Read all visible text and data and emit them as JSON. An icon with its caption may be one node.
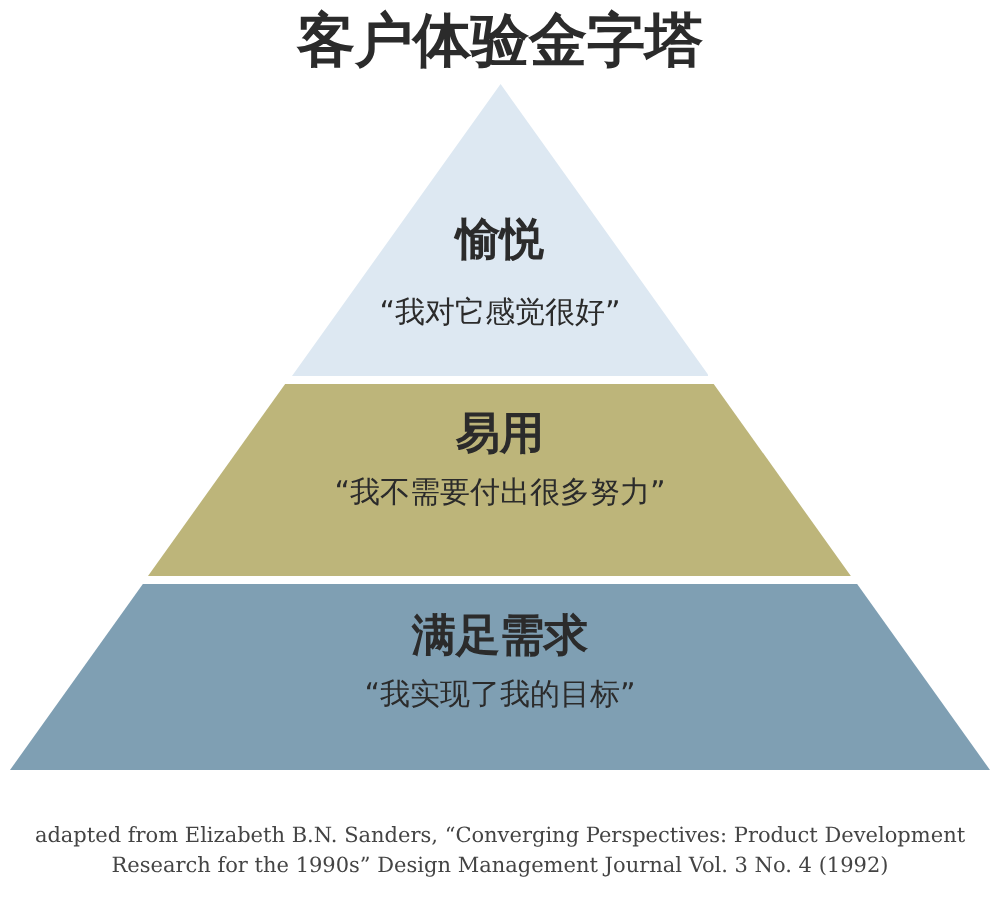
{
  "diagram": {
    "title": "客户体验金字塔",
    "caption": "adapted from Elizabeth B.N. Sanders, “Converging Perspectives: Product Development Research for the 1990s” Design Management Journal Vol. 3 No. 4 (1992)",
    "nodes": [
      {
        "text": [
          "愉悦",
          "“我对它感觉很好”"
        ]
      },
      {
        "text": [
          "易用",
          "“我不需要付出很多努力”"
        ]
      },
      {
        "text": [
          "满足需求",
          "“我实现了我的目标”"
        ]
      }
    ]
  }
}
